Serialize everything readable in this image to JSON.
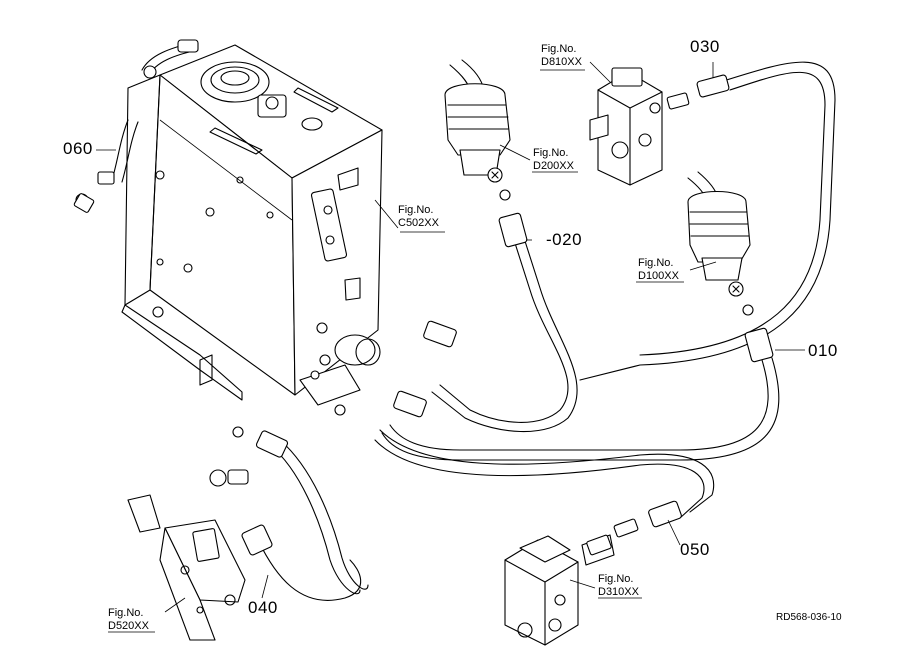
{
  "figure_refs": [
    {
      "id": "d810",
      "line1": "Fig.No.",
      "line2": "D810XX"
    },
    {
      "id": "d200",
      "line1": "Fig.No.",
      "line2": "D200XX"
    },
    {
      "id": "c502",
      "line1": "Fig.No.",
      "line2": "C502XX"
    },
    {
      "id": "d100",
      "line1": "Fig.No.",
      "line2": "D100XX"
    },
    {
      "id": "d310",
      "line1": "Fig.No.",
      "line2": "D310XX"
    },
    {
      "id": "d520",
      "line1": "Fig.No.",
      "line2": "D520XX"
    }
  ],
  "parts": [
    {
      "id": "p030",
      "label": "030"
    },
    {
      "id": "p060",
      "label": "060"
    },
    {
      "id": "p020",
      "label": "-020"
    },
    {
      "id": "p010",
      "label": "010"
    },
    {
      "id": "p050",
      "label": "050"
    },
    {
      "id": "p040",
      "label": "040"
    }
  ],
  "drawing_ref": "RD568-036-10"
}
